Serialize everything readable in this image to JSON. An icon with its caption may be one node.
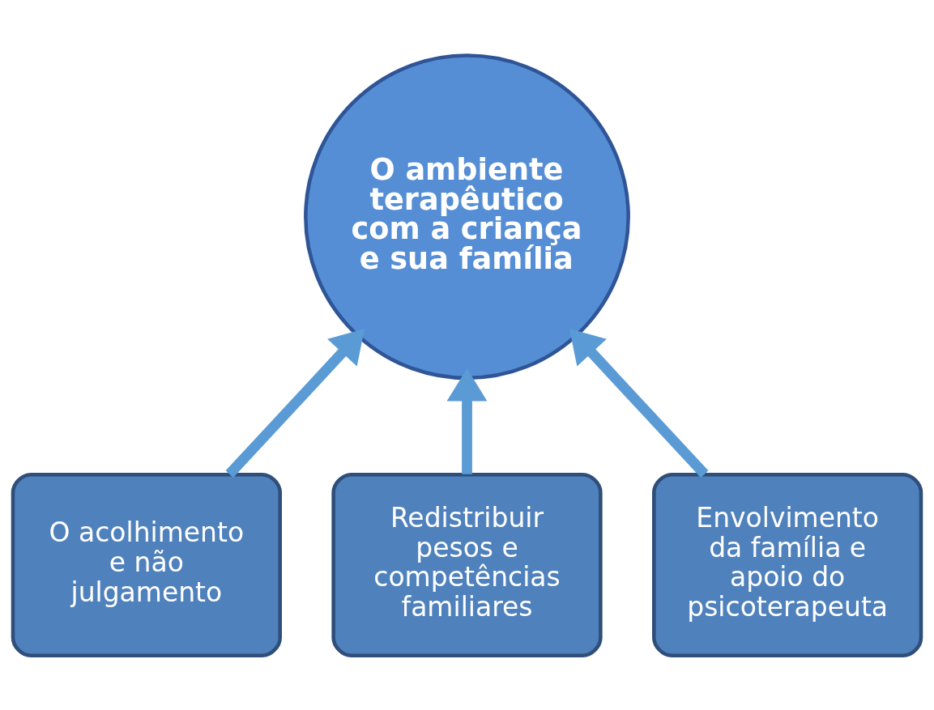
{
  "diagram": {
    "nodes": [
      {
        "text": [
          "O ambiente terapêutico com a criança e sua família"
        ]
      },
      {
        "text": [
          "O acolhimento e não julgamento"
        ]
      },
      {
        "text": [
          "Redistribuir pesos e competências familiares"
        ]
      },
      {
        "text": [
          "Envolvimento da família e apoio do psicoterapeuta"
        ]
      }
    ],
    "edges": [
      {
        "from": 1,
        "to": 0,
        "arrow": "to"
      },
      {
        "from": 2,
        "to": 0,
        "arrow": "to"
      },
      {
        "from": 3,
        "to": 0,
        "arrow": "to"
      }
    ]
  }
}
